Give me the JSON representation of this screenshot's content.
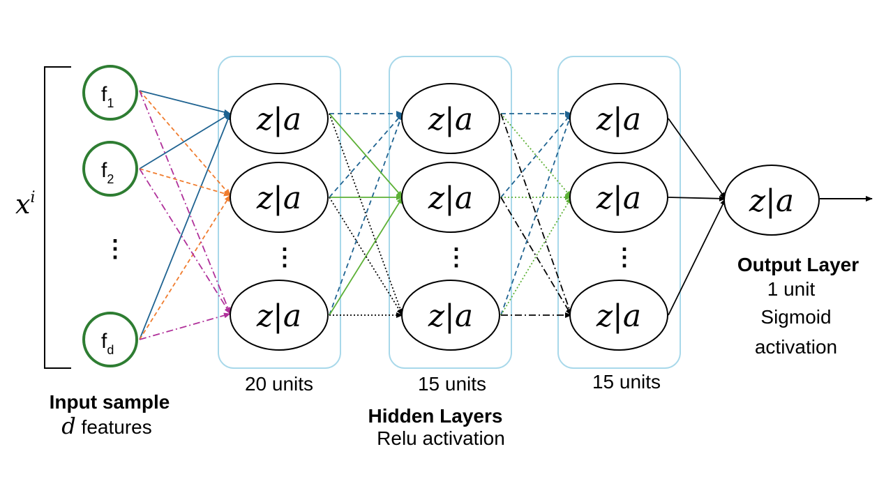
{
  "input": {
    "vector_label": "x",
    "vector_sup": "i",
    "features": [
      {
        "base": "f",
        "sub": "1"
      },
      {
        "base": "f",
        "sub": "2"
      },
      {
        "base": "f",
        "sub": "d"
      }
    ],
    "ellipsis": "⋮",
    "caption_line1": "Input sample",
    "caption_var": "d",
    "caption_line2_rest": " features"
  },
  "neuron_label": "z|a",
  "hidden": {
    "layers": [
      {
        "units_label": "20 units"
      },
      {
        "units_label": "15 units"
      },
      {
        "units_label": "15 units"
      }
    ],
    "ellipsis": "⋮",
    "title": "Hidden Layers",
    "activation": "Relu activation"
  },
  "output": {
    "title": "Output Layer",
    "units": "1 unit",
    "activation_line1": "Sigmoid",
    "activation_line2": "activation"
  },
  "colors": {
    "feature_node": "#2e7d32",
    "layer_box": "#a8d8ea",
    "edge_blue": "#1f6391",
    "edge_orange": "#f07c2e",
    "edge_magenta": "#b0309a",
    "edge_green": "#5cb035",
    "edge_black": "#000000"
  }
}
